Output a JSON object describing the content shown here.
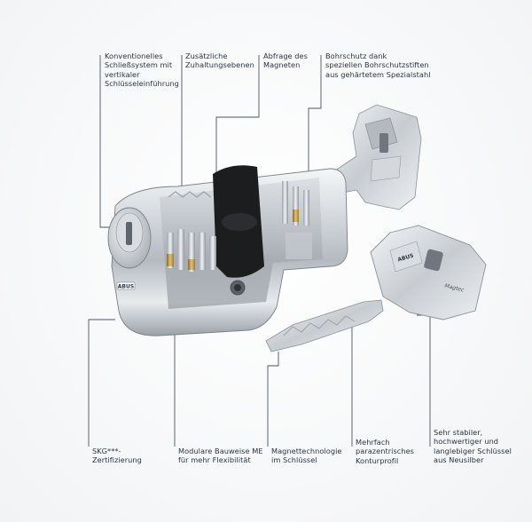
{
  "annotations": {
    "conventional": "Konventionelles\nSchließsystem mit\nvertikaler\nSchlüsseleinführung",
    "additional_tumblers": "Zusätzliche\nZuhaltungsebenen",
    "magnet_query": "Abfrage des\nMagneten",
    "drill_protection": "Bohrschutz dank\nspeziellen Bohrschutzstiften\naus gehärtetem Spezialstahl",
    "skg": "SKG***-\nZertifizierung",
    "modular": "Modulare Bauweise ME\nfür mehr Flexibilität",
    "magnet_tech": "Magnettechnologie\nim Schlüssel",
    "paracentric": "Mehrfach\nparazentrisches\nKonturprofil",
    "key_quality": "Sehr stabiler,\nhochwertiger und\nlanglebiger Schlüssel\naus Neusilber"
  },
  "brand": {
    "logo_text": "ABUS",
    "key_text": "Magtec"
  },
  "colors": {
    "line": "#4a5560",
    "text": "#2a3440",
    "metal_light": "#e6e9ec",
    "metal_dark": "#8d949b",
    "brass": "#c9a24a",
    "black_part": "#1c1d1f"
  }
}
